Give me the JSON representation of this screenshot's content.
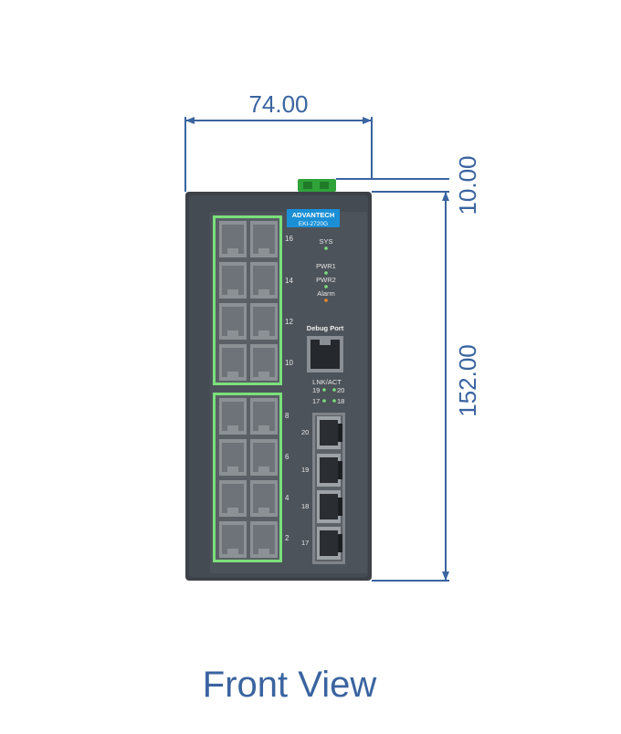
{
  "dimensions": {
    "width": "74.00",
    "top_offset": "10.00",
    "height": "152.00"
  },
  "title": "Front View",
  "device": {
    "brand": "ADVANTECH",
    "model": "EKI-2720G",
    "led_labels": {
      "sys": "SYS",
      "pwr1": "PWR1",
      "pwr2": "PWR2",
      "alarm": "Alarm"
    },
    "debug_port_label": "Debug Port",
    "lnk_act_label": "LNK/ACT",
    "sfp_led_labels": [
      "19",
      "20",
      "17",
      "18"
    ],
    "rj45_port_labels": [
      "16",
      "14",
      "12",
      "10",
      "8",
      "6",
      "4",
      "2"
    ],
    "sfp_port_labels": [
      "20",
      "19",
      "18",
      "17"
    ]
  },
  "colors": {
    "dimension": "#3a64a0",
    "chassis": "#3d4248",
    "led_green": "#7be07b",
    "led_orange": "#f08a2a",
    "terminal_green": "#2fa33a",
    "badge_blue": "#1a8fd6"
  }
}
